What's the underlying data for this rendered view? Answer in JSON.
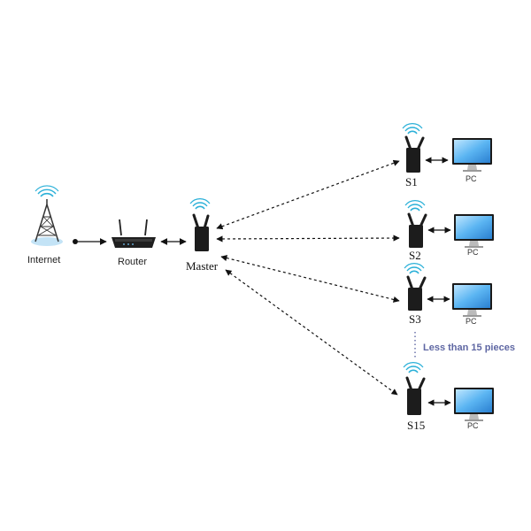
{
  "nodes": {
    "internet": {
      "label": "Internet"
    },
    "router": {
      "label": "Router"
    },
    "master": {
      "label": "Master"
    },
    "slaves": [
      {
        "label": "S1",
        "pc_label": "PC"
      },
      {
        "label": "S2",
        "pc_label": "PC"
      },
      {
        "label": "S3",
        "pc_label": "PC"
      },
      {
        "label": "S15",
        "pc_label": "PC"
      }
    ]
  },
  "note": "Less than 15 pieces",
  "colors": {
    "wifi": "#2ab0d8",
    "device": "#1c1c1c",
    "screen": "#3a9ee8",
    "note": "#5f67a3",
    "line": "#111111"
  }
}
